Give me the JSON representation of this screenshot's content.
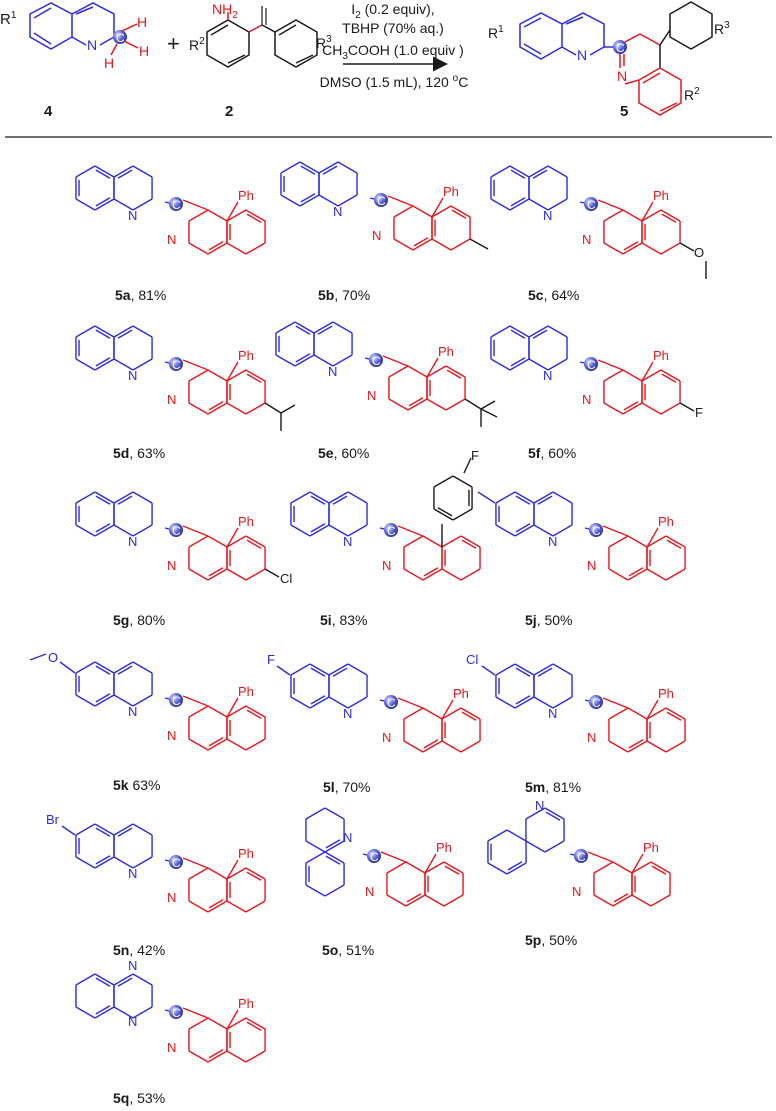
{
  "reaction": {
    "reactant1": {
      "number": "4",
      "labels": {
        "sub": "R1",
        "n": "N",
        "c": "C",
        "h1": "H",
        "h2": "H",
        "h3": "H"
      }
    },
    "plus": "+",
    "reactant2": {
      "number": "2",
      "labels": {
        "nh2": "NH2",
        "r2": "R2",
        "r3": "R3"
      }
    },
    "conditions": [
      "I2 (0.2 equiv),",
      "TBHP (70% aq.)",
      "CH3COOH (1.0 equiv )",
      "DMSO (1.5 mL), 120 oC"
    ],
    "product": {
      "number": "5",
      "labels": {
        "r1": "R1",
        "r2": "R2",
        "r3": "R3",
        "n1": "N",
        "n2": "N",
        "c": "C"
      }
    }
  },
  "compounds": [
    {
      "id": "5a",
      "yield": ", 81%",
      "sub": "",
      "quinoline_sub": "",
      "aryl": "Ph",
      "heteroaryl": "quinolin-2-yl"
    },
    {
      "id": "5b",
      "yield": ", 70%",
      "sub": "methyl",
      "quinoline_sub": "",
      "aryl": "Ph",
      "heteroaryl": "quinolin-2-yl"
    },
    {
      "id": "5c",
      "yield": ", 64%",
      "sub": "methoxy",
      "quinoline_sub": "",
      "aryl": "Ph",
      "heteroaryl": "quinolin-2-yl"
    },
    {
      "id": "5d",
      "yield": ", 63%",
      "sub": "isopropyl",
      "quinoline_sub": "",
      "aryl": "Ph",
      "heteroaryl": "quinolin-2-yl"
    },
    {
      "id": "5e",
      "yield": ", 60%",
      "sub": "tert-butyl",
      "quinoline_sub": "",
      "aryl": "Ph",
      "heteroaryl": "quinolin-2-yl"
    },
    {
      "id": "5f",
      "yield": ", 60%",
      "sub": "F",
      "quinoline_sub": "",
      "aryl": "Ph",
      "heteroaryl": "quinolin-2-yl"
    },
    {
      "id": "5g",
      "yield": ", 80%",
      "sub": "Cl",
      "quinoline_sub": "",
      "aryl": "Ph",
      "heteroaryl": "quinolin-2-yl"
    },
    {
      "id": "5i",
      "yield": ", 83%",
      "sub": "",
      "quinoline_sub": "",
      "aryl": "4-fluorophenyl",
      "heteroaryl": "quinolin-2-yl"
    },
    {
      "id": "5j",
      "yield": ", 50%",
      "sub": "",
      "quinoline_sub": "methyl",
      "aryl": "Ph",
      "heteroaryl": "quinolin-2-yl"
    },
    {
      "id": "5k",
      "yield": " 63%",
      "sub": "",
      "quinoline_sub": "methoxy",
      "aryl": "Ph",
      "heteroaryl": "quinolin-2-yl"
    },
    {
      "id": "5l",
      "yield": ", 70%",
      "sub": "",
      "quinoline_sub": "F",
      "aryl": "Ph",
      "heteroaryl": "quinolin-2-yl"
    },
    {
      "id": "5m",
      "yield": ", 81%",
      "sub": "",
      "quinoline_sub": "Cl",
      "aryl": "Ph",
      "heteroaryl": "quinolin-2-yl"
    },
    {
      "id": "5n",
      "yield": ", 42%",
      "sub": "",
      "quinoline_sub": "Br",
      "aryl": "Ph",
      "heteroaryl": "quinolin-2-yl"
    },
    {
      "id": "5o",
      "yield": ", 51%",
      "sub": "",
      "quinoline_sub": "",
      "aryl": "Ph",
      "heteroaryl": "isoquinolin-1-yl"
    },
    {
      "id": "5p",
      "yield": ", 50%",
      "sub": "",
      "quinoline_sub": "",
      "aryl": "Ph",
      "heteroaryl": "quinolin-4-yl"
    },
    {
      "id": "5q",
      "yield": ", 53%",
      "sub": "",
      "quinoline_sub": "",
      "aryl": "Ph",
      "heteroaryl": "quinoxalin-2-yl"
    }
  ],
  "atom_labels": {
    "ph": "Ph",
    "n": "N",
    "c": "C",
    "f": "F",
    "cl": "Cl",
    "br": "Br"
  },
  "colors": {
    "blue": "#2b2bea",
    "red": "#e8161b",
    "black": "#1a1a1a",
    "ball": "#5a62d9",
    "ball_light": "#c7ccff"
  }
}
